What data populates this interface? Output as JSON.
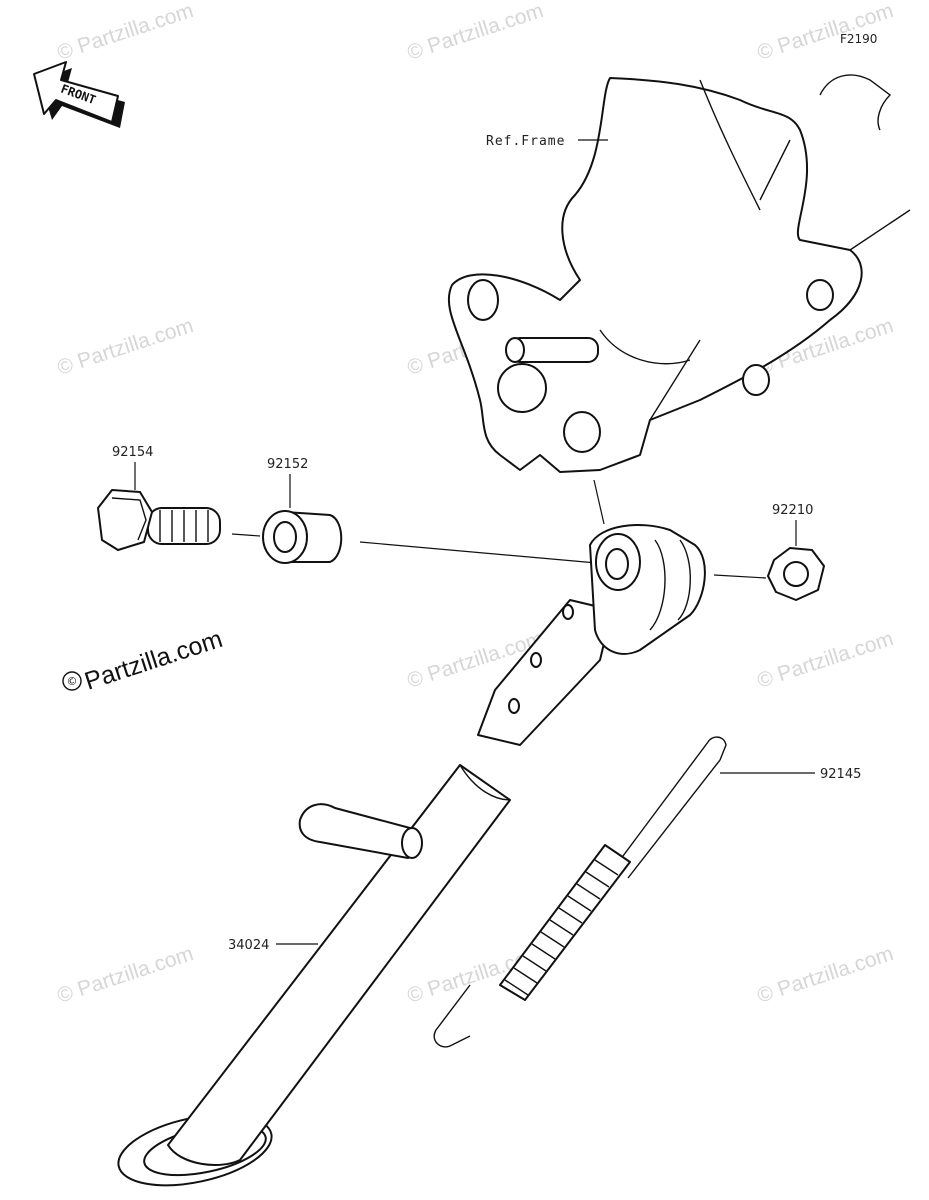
{
  "diagram_code": "F2190",
  "front_label": "FRONT",
  "reference_label": "Ref.Frame",
  "parts": [
    {
      "number": "92154"
    },
    {
      "number": "92152"
    },
    {
      "number": "92210"
    },
    {
      "number": "92145"
    },
    {
      "number": "34024"
    }
  ],
  "watermark": {
    "text": "© Partzilla.com",
    "brand": "Partzilla.com",
    "symbol": "©"
  }
}
